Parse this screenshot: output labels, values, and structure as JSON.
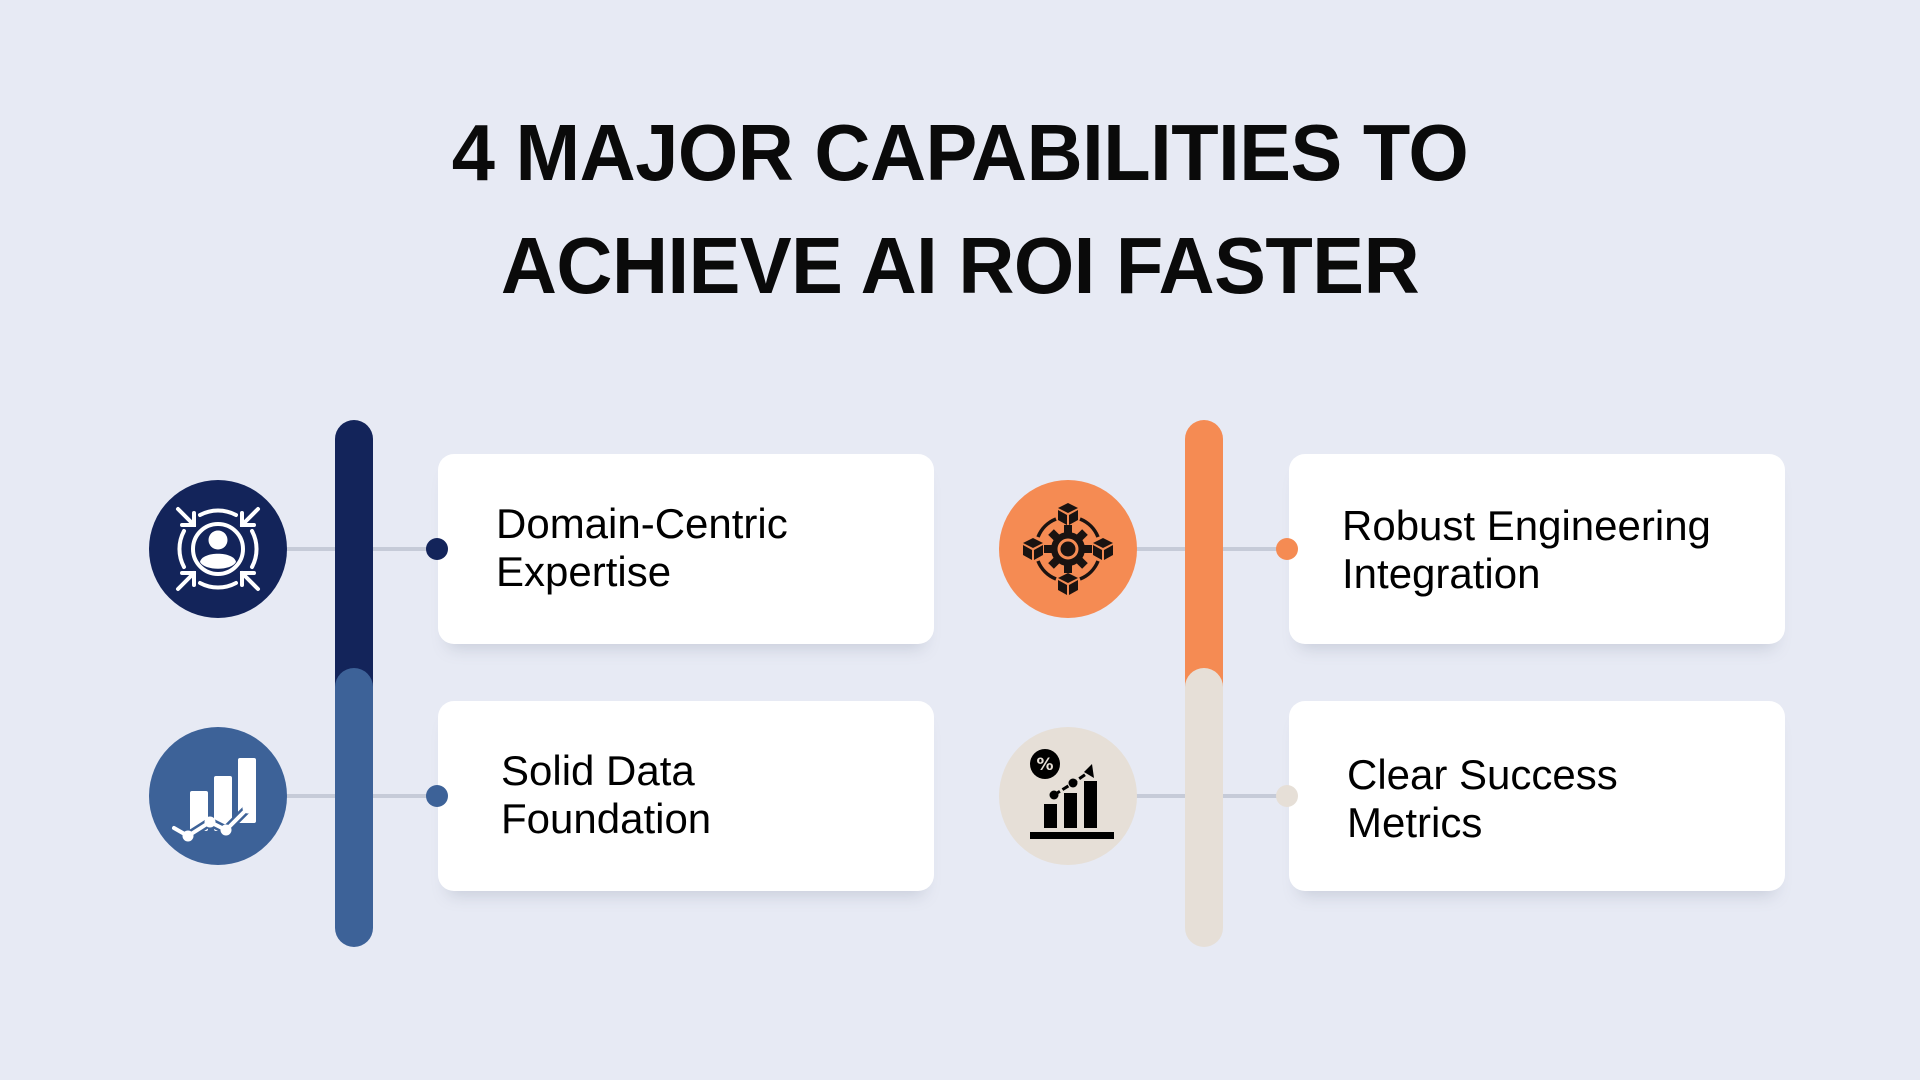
{
  "title": {
    "line1": "4 MAJOR CAPABILITIES TO",
    "line2": "ACHIEVE AI ROI FASTER"
  },
  "colors": {
    "background": "#e7eaf4",
    "navy": "#13245a",
    "steel_blue": "#3d6298",
    "orange": "#f58b53",
    "beige": "#e6dfd7",
    "connector": "#c6cbd8",
    "card": "#ffffff",
    "text": "#000000"
  },
  "capabilities": [
    {
      "label": "Domain-Centric Expertise",
      "icon": "user-focus-arrows-icon",
      "color": "#13245a",
      "column": "left",
      "row": 1
    },
    {
      "label": "Solid Data Foundation",
      "icon": "bar-chart-trend-icon",
      "color": "#3d6298",
      "column": "left",
      "row": 2
    },
    {
      "label": "Robust Engineering Integration",
      "icon": "gear-cubes-network-icon",
      "color": "#f58b53",
      "column": "right",
      "row": 1
    },
    {
      "label": "Clear Success Metrics",
      "icon": "percent-growth-chart-icon",
      "color": "#e6dfd7",
      "column": "right",
      "row": 2
    }
  ]
}
